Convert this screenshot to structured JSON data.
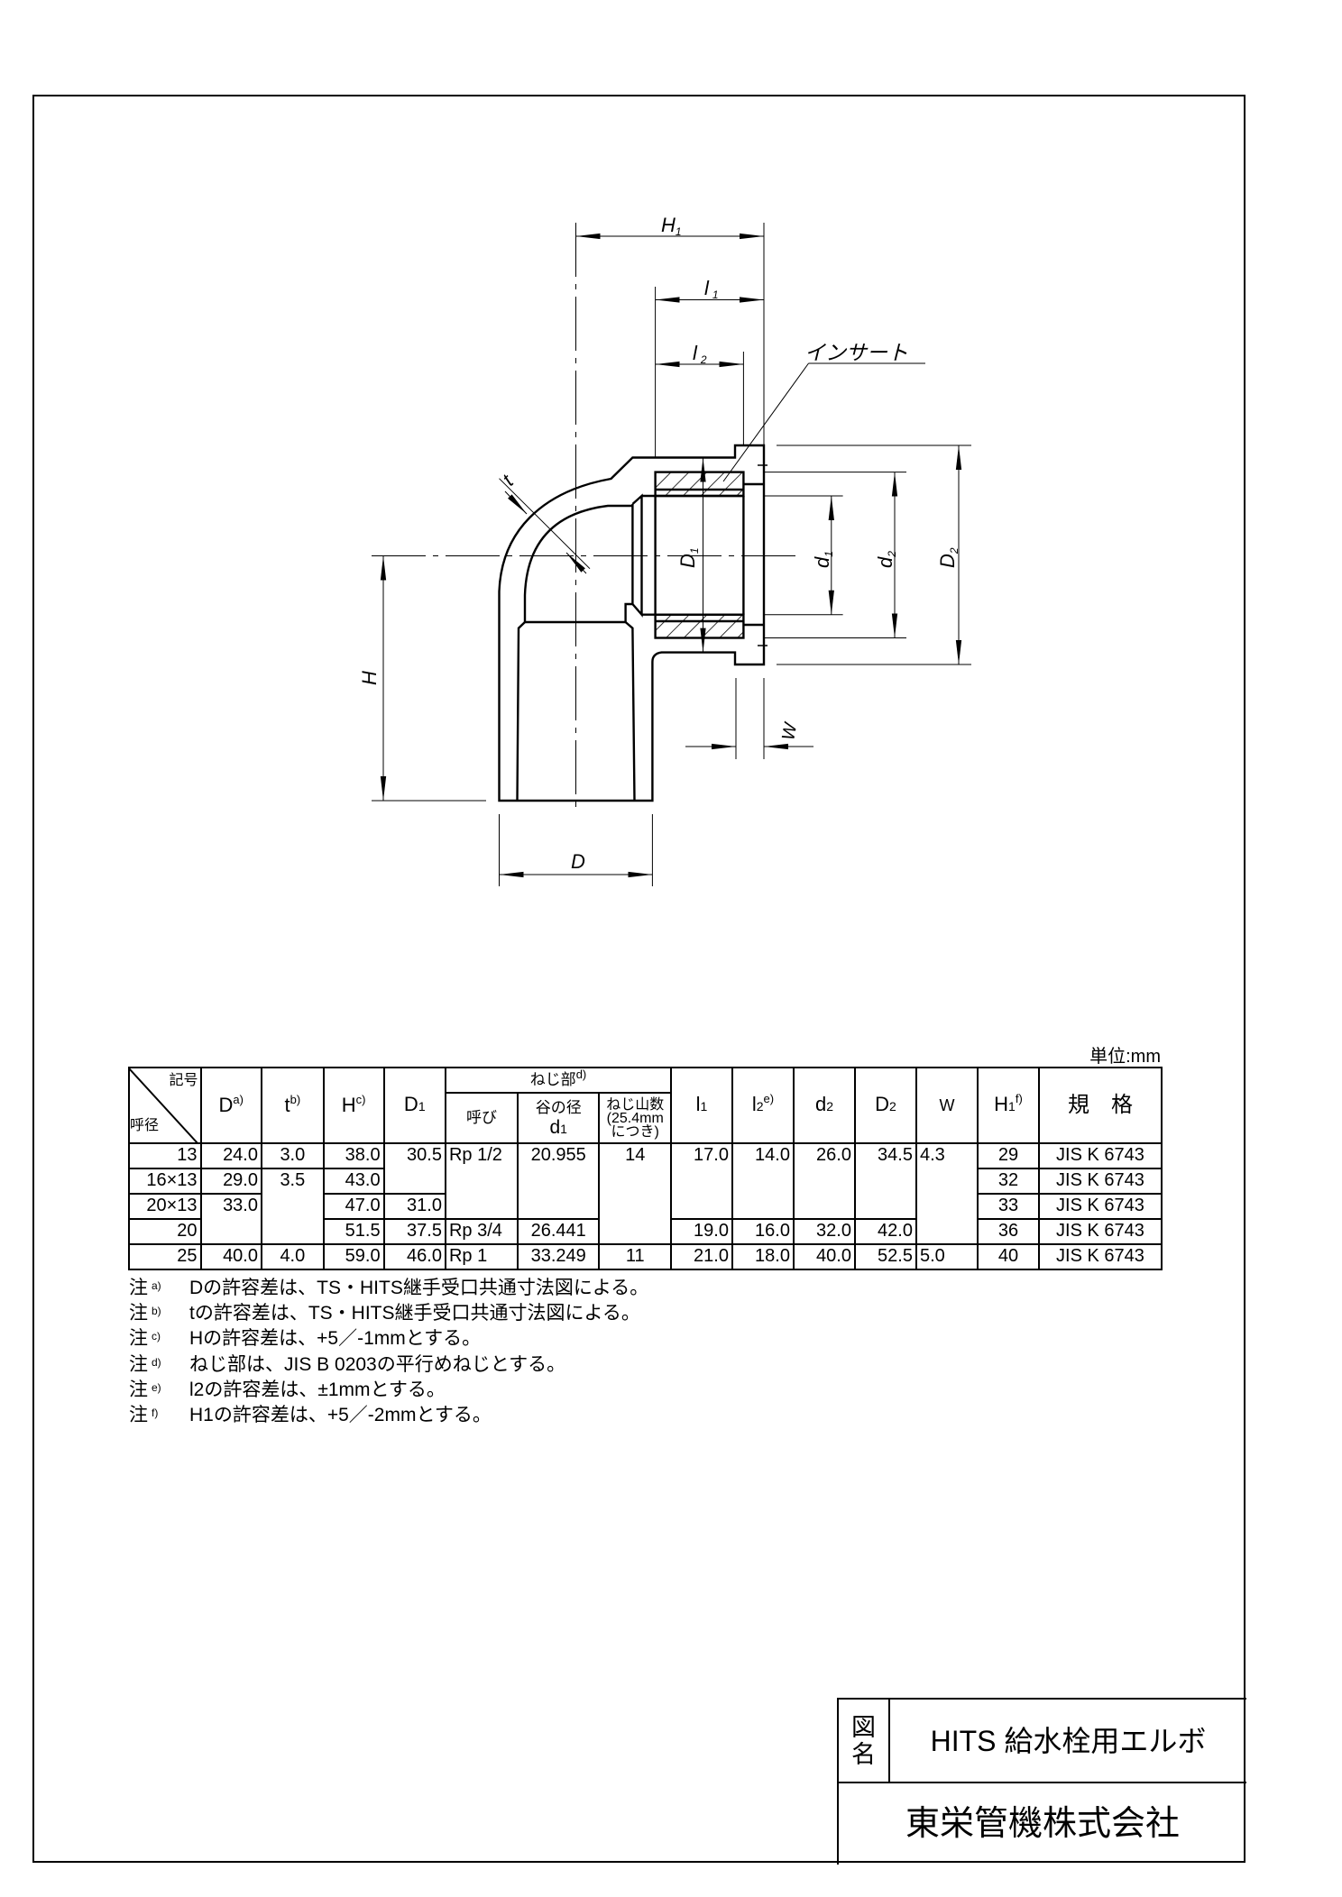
{
  "drawing": {
    "labels": {
      "H1": {
        "main": "H",
        "sub": "1"
      },
      "l1": {
        "main": "l",
        "sub": "1"
      },
      "l2": {
        "main": "l",
        "sub": "2"
      },
      "insert": "インサート",
      "t": "t",
      "D1": {
        "main": "D",
        "sub": "1"
      },
      "d1": {
        "main": "d",
        "sub": "1"
      },
      "d2": {
        "main": "d",
        "sub": "2"
      },
      "D2": {
        "main": "D",
        "sub": "2"
      },
      "H": "H",
      "W": "W",
      "D": "D"
    }
  },
  "unit": "単位:mm",
  "table": {
    "corner_top": "記号",
    "corner_bottom": "呼径",
    "headers": {
      "D": {
        "label": "D",
        "note": "a)"
      },
      "t": {
        "label": "t",
        "note": "b)"
      },
      "H": {
        "label": "H",
        "note": "c)"
      },
      "D1": {
        "label": "D",
        "sub": "1"
      },
      "thread": {
        "label": "ねじ部",
        "note": "d)"
      },
      "nominal": "呼び",
      "root_dia": {
        "label": "谷の径",
        "sym": "d",
        "sub": "1"
      },
      "tpi": {
        "line1": "ねじ山数",
        "line2": "(25.4mm",
        "line3": "につき)"
      },
      "l1": {
        "label": "l",
        "sub": "1"
      },
      "l2": {
        "label": "l",
        "sub": "2",
        "note": "e)"
      },
      "d2": {
        "label": "d",
        "sub": "2"
      },
      "D2": {
        "label": "D",
        "sub": "2"
      },
      "W": {
        "label": "W"
      },
      "H1": {
        "label": "H",
        "sub": "1",
        "note": "f)"
      },
      "standard": "規　格"
    },
    "rows": [
      {
        "size": "13",
        "D": "24.0",
        "t": "3.0",
        "H": "38.0",
        "D1": "30.5",
        "nominal": "Rp 1/2",
        "root_dia": "20.955",
        "tpi": "14",
        "l1": "17.0",
        "l2": "14.0",
        "d2": "26.0",
        "D2": "34.5",
        "W": "4.3",
        "H1": "29",
        "standard": "JIS K 6743"
      },
      {
        "size": "16×13",
        "D": "29.0",
        "t": "3.5",
        "H": "43.0",
        "H1": "32",
        "standard": "JIS K 6743"
      },
      {
        "size": "20×13",
        "D": "33.0",
        "H": "47.0",
        "D1": "31.0",
        "H1": "33",
        "standard": "JIS K 6743"
      },
      {
        "size": "20",
        "H": "51.5",
        "D1": "37.5",
        "nominal": "Rp 3/4",
        "root_dia": "26.441",
        "l1": "19.0",
        "l2": "16.0",
        "d2": "32.0",
        "D2": "42.0",
        "H1": "36",
        "standard": "JIS K 6743"
      },
      {
        "size": "25",
        "D": "40.0",
        "t": "4.0",
        "H": "59.0",
        "D1": "46.0",
        "nominal": "Rp 1",
        "root_dia": "33.249",
        "tpi": "11",
        "l1": "21.0",
        "l2": "18.0",
        "d2": "40.0",
        "D2": "52.5",
        "W": "5.0",
        "H1": "40",
        "standard": "JIS K 6743"
      }
    ]
  },
  "notes": [
    {
      "prefix": "注",
      "mark": "a)",
      "text": "Dの許容差は、TS・HITS継手受口共通寸法図による。"
    },
    {
      "prefix": "注",
      "mark": "b)",
      "text": "tの許容差は、TS・HITS継手受口共通寸法図による。"
    },
    {
      "prefix": "注",
      "mark": "c)",
      "text": "Hの許容差は、+5／-1mmとする。"
    },
    {
      "prefix": "注",
      "mark": "d)",
      "text": "ねじ部は、JIS B 0203の平行めねじとする。"
    },
    {
      "prefix": "注",
      "mark": "e)",
      "text": "l2の許容差は、±1mmとする。"
    },
    {
      "prefix": "注",
      "mark": "f)",
      "text": "H1の許容差は、+5／-2mmとする。"
    }
  ],
  "title_block": {
    "label_line1": "図",
    "label_line2": "名",
    "drawing_name": "HITS 給水栓用エルボ",
    "company": "東栄管機株式会社"
  }
}
